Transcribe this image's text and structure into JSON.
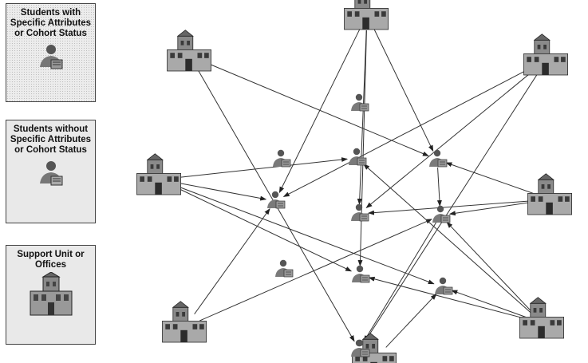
{
  "legend": {
    "items": [
      {
        "label": "Students with Specific Attributes or Cohort Status",
        "icon": "student-icon",
        "style": "dotted"
      },
      {
        "label": "Students without Specific Attributes or Cohort Status",
        "icon": "student-icon",
        "style": "plain"
      },
      {
        "label": "Support Unit or Offices",
        "icon": "building-icon",
        "style": "plain"
      }
    ]
  },
  "diagram": {
    "offices": [
      "o1",
      "o2",
      "o3",
      "o4",
      "o5",
      "o6",
      "o7",
      "o8"
    ],
    "students": [
      "s1",
      "s2",
      "s3",
      "s4",
      "s5",
      "s6",
      "s7",
      "s8",
      "s9",
      "s10",
      "s11",
      "s12"
    ],
    "connections": [
      [
        "o1",
        "s4"
      ],
      [
        "o1",
        "s6"
      ],
      [
        "o1",
        "s5"
      ],
      [
        "o1",
        "s9"
      ],
      [
        "o2",
        "s4"
      ],
      [
        "o2",
        "s11"
      ],
      [
        "o3",
        "s6"
      ],
      [
        "o3",
        "s5"
      ],
      [
        "o3",
        "s12"
      ],
      [
        "o4",
        "s5"
      ],
      [
        "o4",
        "s10"
      ],
      [
        "o4",
        "s3"
      ],
      [
        "o4",
        "s9"
      ],
      [
        "o5",
        "s4"
      ],
      [
        "o5",
        "s7"
      ],
      [
        "o5",
        "s6"
      ],
      [
        "o6",
        "s5"
      ],
      [
        "o6",
        "s7"
      ],
      [
        "o7",
        "s3"
      ],
      [
        "o7",
        "s10"
      ],
      [
        "o7",
        "s9"
      ],
      [
        "o7",
        "s7"
      ],
      [
        "o8",
        "s10"
      ],
      [
        "o8",
        "s12"
      ],
      [
        "s4",
        "s7"
      ],
      [
        "s7",
        "s11"
      ]
    ]
  }
}
